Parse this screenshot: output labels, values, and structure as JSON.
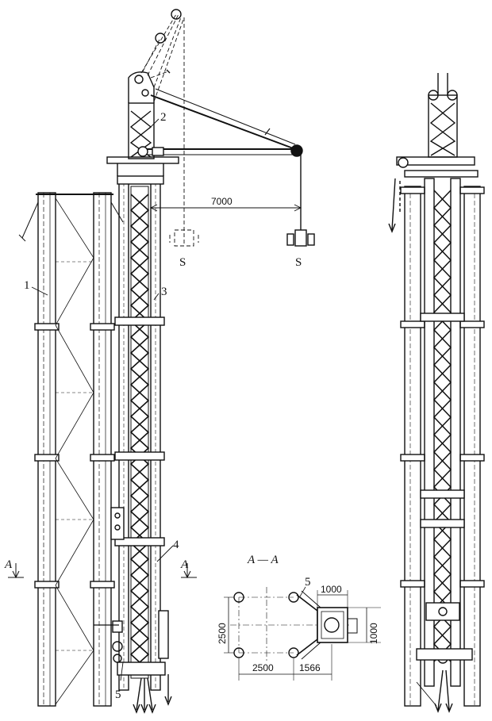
{
  "labels": {
    "part1": "1",
    "part2": "2",
    "part3": "3",
    "part4": "4",
    "part5": "5",
    "part5_section": "5",
    "hook_mark_left": "S",
    "hook_mark_right": "S",
    "section_mark": "A",
    "section_title": "A — A"
  },
  "dimensions": {
    "jib_reach": "7000",
    "base_width": "2500",
    "base_height": "2500",
    "offset": "1566",
    "bracket_width": "1000",
    "bracket_height": "1000"
  },
  "colors": {
    "ink": "#111111",
    "paper": "#ffffff"
  }
}
